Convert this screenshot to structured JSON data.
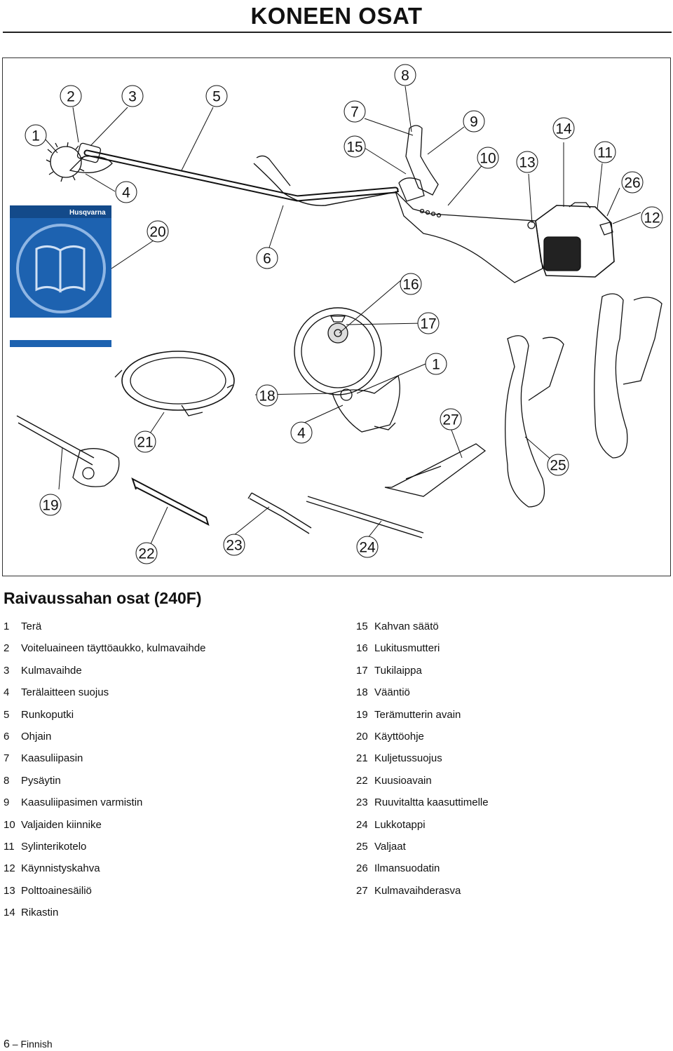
{
  "page": {
    "title": "KONEEN OSAT",
    "subtitle": "Raivaussahan osat (240F)",
    "footer": {
      "page_number": "6",
      "dash": "–",
      "language": "Finnish"
    }
  },
  "figure": {
    "manual_brand": "Husqvarna",
    "callouts": [
      "1",
      "2",
      "3",
      "5",
      "8",
      "7",
      "9",
      "15",
      "10",
      "13",
      "14",
      "11",
      "26",
      "12",
      "4",
      "20",
      "6",
      "16",
      "17",
      "1",
      "18",
      "21",
      "4",
      "27",
      "25",
      "19",
      "22",
      "23",
      "24"
    ]
  },
  "parts": {
    "left": [
      {
        "num": "1",
        "label": "Terä"
      },
      {
        "num": "2",
        "label": "Voiteluaineen täyttöaukko, kulmavaihde"
      },
      {
        "num": "3",
        "label": "Kulmavaihde"
      },
      {
        "num": "4",
        "label": "Terälaitteen suojus"
      },
      {
        "num": "5",
        "label": "Runkoputki"
      },
      {
        "num": "6",
        "label": "Ohjain"
      },
      {
        "num": "7",
        "label": "Kaasuliipasin"
      },
      {
        "num": "8",
        "label": "Pysäytin"
      },
      {
        "num": "9",
        "label": "Kaasuliipasimen varmistin"
      },
      {
        "num": "10",
        "label": "Valjaiden kiinnike"
      },
      {
        "num": "11",
        "label": "Sylinterikotelo"
      },
      {
        "num": "12",
        "label": "Käynnistyskahva"
      },
      {
        "num": "13",
        "label": "Polttoainesäiliö"
      },
      {
        "num": "14",
        "label": "Rikastin"
      }
    ],
    "right": [
      {
        "num": "15",
        "label": "Kahvan säätö"
      },
      {
        "num": "16",
        "label": "Lukitusmutteri"
      },
      {
        "num": "17",
        "label": "Tukilaippa"
      },
      {
        "num": "18",
        "label": "Vääntiö"
      },
      {
        "num": "19",
        "label": "Terämutterin avain"
      },
      {
        "num": "20",
        "label": "Käyttöohje"
      },
      {
        "num": "21",
        "label": "Kuljetussuojus"
      },
      {
        "num": "22",
        "label": "Kuusioavain"
      },
      {
        "num": "23",
        "label": "Ruuvitaltta kaasuttimelle"
      },
      {
        "num": "24",
        "label": "Lukkotappi"
      },
      {
        "num": "25",
        "label": "Valjaat"
      },
      {
        "num": "26",
        "label": "Ilmansuodatin"
      },
      {
        "num": "27",
        "label": "Kulmavaihderasva"
      }
    ]
  },
  "colors": {
    "manual_blue": "#1d62b0",
    "manual_dark": "#134a8a"
  }
}
